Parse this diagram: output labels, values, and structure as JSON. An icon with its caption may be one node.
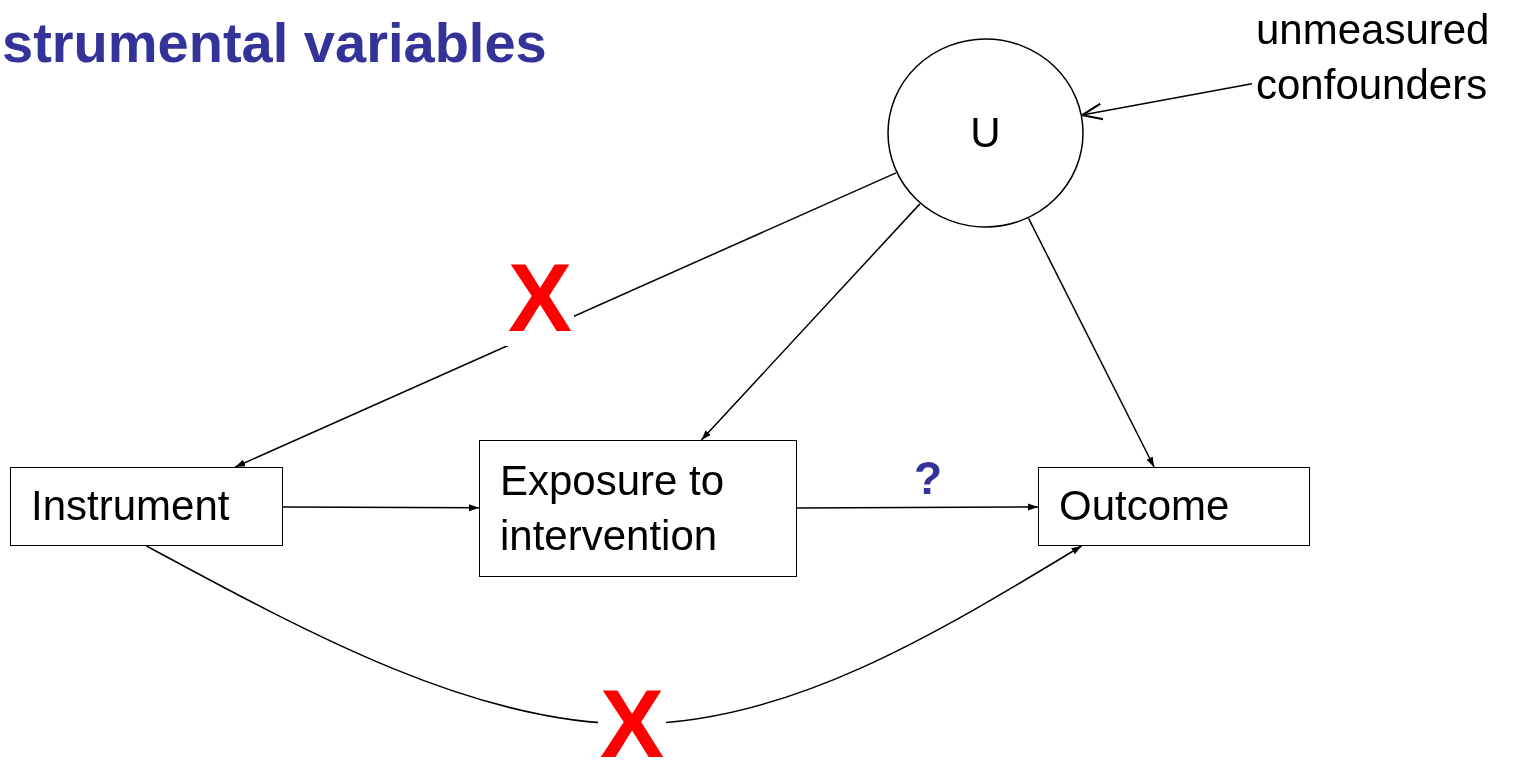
{
  "diagram": {
    "title": "strumental variables",
    "nodes": [
      {
        "text": [
          "U"
        ]
      },
      {
        "text": [
          "unmeasured confounders"
        ]
      },
      {
        "text": [
          "Instrument"
        ]
      },
      {
        "text": [
          "Exposure to intervention"
        ]
      },
      {
        "text": [
          "Outcome"
        ]
      }
    ],
    "edges": [
      {
        "from": 1,
        "to": 0,
        "arrow": "to"
      },
      {
        "from": 0,
        "to": 2,
        "arrow": "to",
        "label": "X"
      },
      {
        "from": 0,
        "to": 3,
        "arrow": "to"
      },
      {
        "from": 0,
        "to": 4,
        "arrow": "to"
      },
      {
        "from": 2,
        "to": 3,
        "arrow": "to"
      },
      {
        "from": 3,
        "to": 4,
        "arrow": "to",
        "label": "?"
      },
      {
        "from": 2,
        "to": 4,
        "arrow": "to",
        "label": "X"
      }
    ]
  }
}
